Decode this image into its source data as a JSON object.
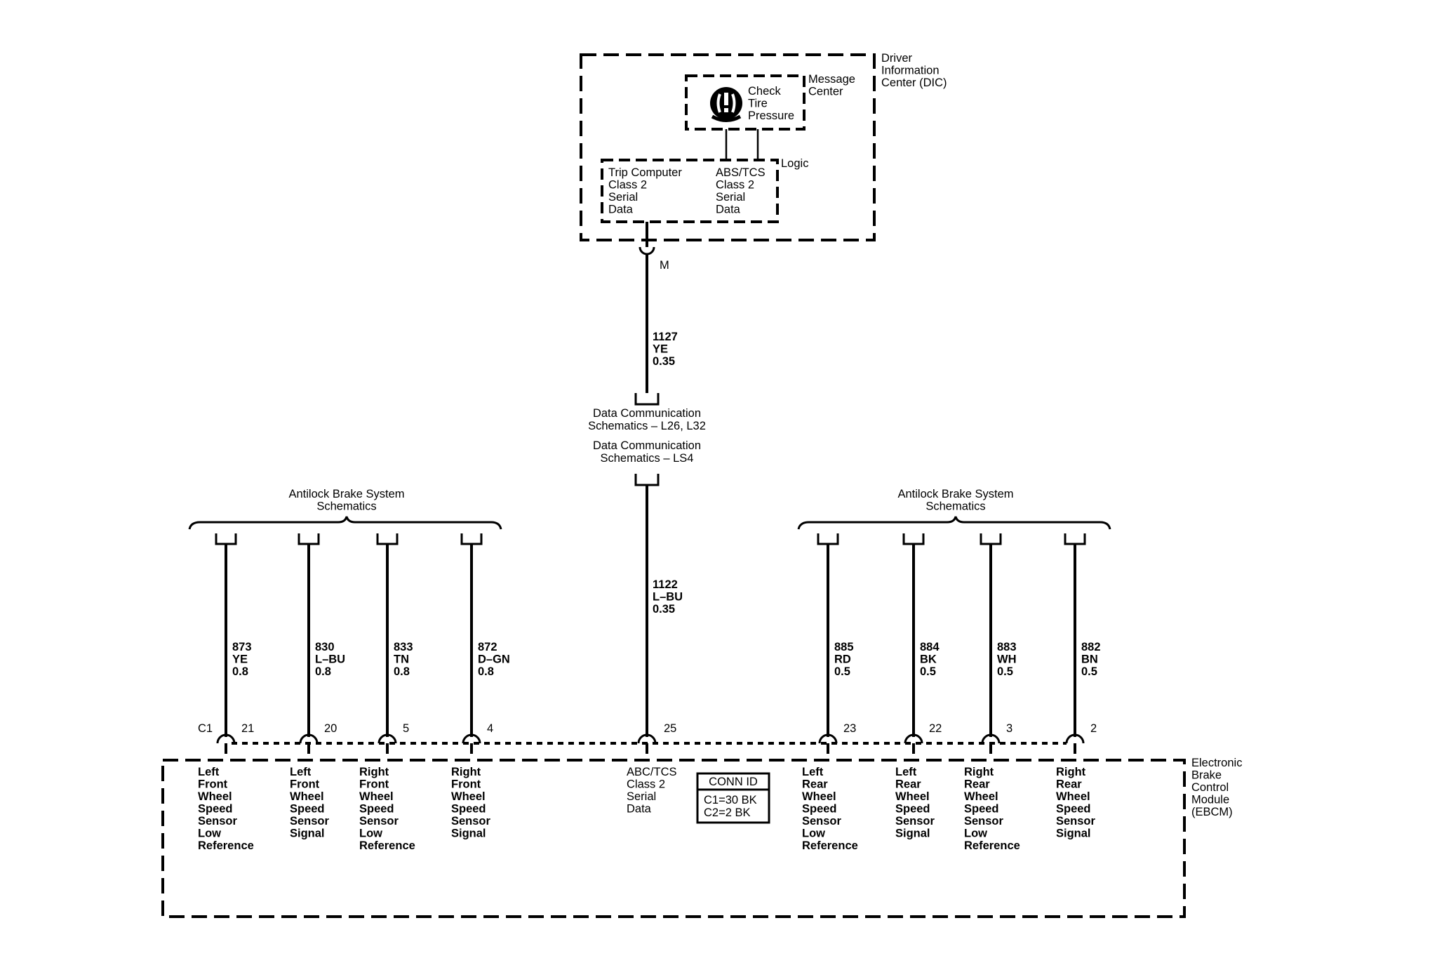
{
  "dic": {
    "title": [
      "Driver",
      "Information",
      "Center (DIC)"
    ],
    "message_center": [
      "Message",
      "Center"
    ],
    "warning_text": [
      "Check",
      "Tire",
      "Pressure"
    ],
    "logic": "Logic",
    "trip": [
      "Trip Computer",
      "Class 2",
      "Serial",
      "Data"
    ],
    "abs": [
      "ABS/TCS",
      "Class 2",
      "Serial",
      "Data"
    ],
    "connector": "M"
  },
  "trunk": {
    "upper_wire": [
      "1127",
      "YE",
      "0.35"
    ],
    "ref1": [
      "Data Communication",
      "Schematics – L26, L32"
    ],
    "ref2": [
      "Data Communication",
      "Schematics – LS4"
    ],
    "lower_wire": [
      "1122",
      "L–BU",
      "0.35"
    ],
    "pin": "25"
  },
  "abs_refs": {
    "left": [
      "Antilock Brake System",
      "Schematics"
    ],
    "right": [
      "Antilock Brake System",
      "Schematics"
    ]
  },
  "wires": [
    {
      "circuit": [
        "873",
        "YE",
        "0.8"
      ],
      "pin": "21",
      "label": [
        "Left",
        "Front",
        "Wheel",
        "Speed",
        "Sensor",
        "Low",
        "Reference"
      ]
    },
    {
      "circuit": [
        "830",
        "L–BU",
        "0.8"
      ],
      "pin": "20",
      "label": [
        "Left",
        "Front",
        "Wheel",
        "Speed",
        "Sensor",
        "Signal"
      ]
    },
    {
      "circuit": [
        "833",
        "TN",
        "0.8"
      ],
      "pin": "5",
      "label": [
        "Right",
        "Front",
        "Wheel",
        "Speed",
        "Sensor",
        "Low",
        "Reference"
      ]
    },
    {
      "circuit": [
        "872",
        "D–GN",
        "0.8"
      ],
      "pin": "4",
      "label": [
        "Right",
        "Front",
        "Wheel",
        "Speed",
        "Sensor",
        "Signal"
      ]
    },
    {
      "circuit": [
        "885",
        "RD",
        "0.5"
      ],
      "pin": "23",
      "label": [
        "Left",
        "Rear",
        "Wheel",
        "Speed",
        "Sensor",
        "Low",
        "Reference"
      ]
    },
    {
      "circuit": [
        "884",
        "BK",
        "0.5"
      ],
      "pin": "22",
      "label": [
        "Left",
        "Rear",
        "Wheel",
        "Speed",
        "Sensor",
        "Signal"
      ]
    },
    {
      "circuit": [
        "883",
        "WH",
        "0.5"
      ],
      "pin": "3",
      "label": [
        "Right",
        "Rear",
        "Wheel",
        "Speed",
        "Sensor",
        "Low",
        "Reference"
      ]
    },
    {
      "circuit": [
        "882",
        "BN",
        "0.5"
      ],
      "pin": "2",
      "label": [
        "Right",
        "Rear",
        "Wheel",
        "Speed",
        "Sensor",
        "Signal"
      ]
    }
  ],
  "ebcm": {
    "title": [
      "Electronic",
      "Brake",
      "Control",
      "Module",
      "(EBCM)"
    ],
    "connector": "C1",
    "serial_label": [
      "ABC/TCS",
      "Class 2",
      "Serial",
      "Data"
    ],
    "conn_id": {
      "header": "CONN ID",
      "rows": [
        "C1=30 BK",
        "C2=2 BK"
      ]
    }
  }
}
